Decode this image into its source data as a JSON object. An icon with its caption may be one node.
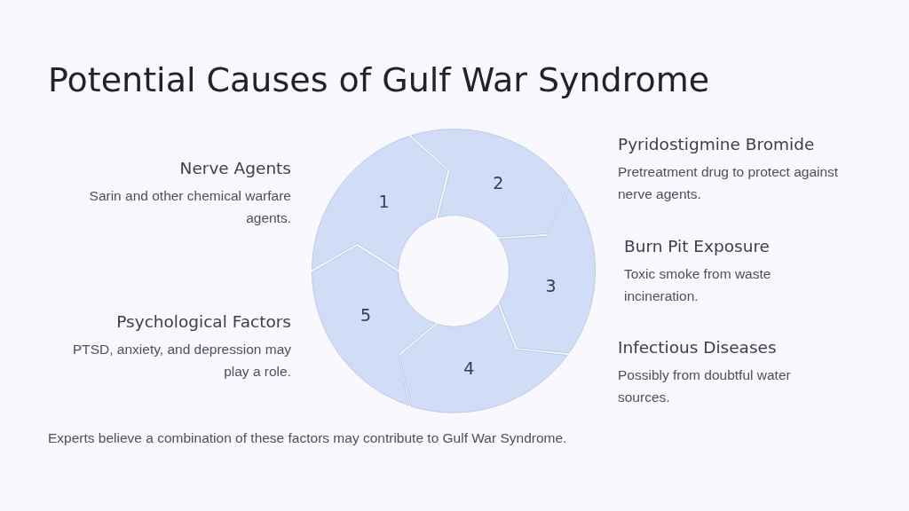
{
  "diagram": {
    "title": "Potential Causes of Gulf War Syndrome",
    "nodes": [
      {
        "text": [
          "1"
        ],
        "beside": [
          "Nerve Agents",
          "Sarin and other chemical warfare agents."
        ]
      },
      {
        "text": [
          "2"
        ],
        "beside": [
          "Pyridostigmine Bromide",
          "Pretreatment drug to protect against nerve agents."
        ]
      },
      {
        "text": [
          "3"
        ],
        "beside": [
          "Burn Pit Exposure",
          "Toxic smoke from waste incineration."
        ]
      },
      {
        "text": [
          "4"
        ],
        "beside": [
          "Infectious Diseases",
          "Possibly from doubtful water sources."
        ]
      },
      {
        "text": [
          "5"
        ],
        "beside": [
          "Psychological Factors",
          "PTSD, anxiety, and depression may play a role."
        ]
      }
    ],
    "caption": "Experts believe a combination of these factors may contribute to Gulf War Syndrome."
  }
}
